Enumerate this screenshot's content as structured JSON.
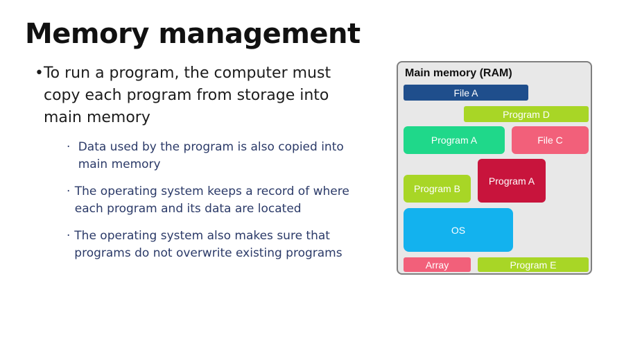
{
  "slide": {
    "title": "Memory management",
    "main_bullet": "To run a program, the computer must copy each program from storage into main memory",
    "sub_bullets": [
      "Data used by the program is also copied into main memory",
      "The operating system keeps a record of where each program and its data are located",
      "The operating system also makes sure that programs do not overwrite existing programs"
    ]
  },
  "diagram": {
    "title": "Main memory (RAM)",
    "blocks": {
      "file_a": {
        "label": "File A",
        "color": "#1f4e8c"
      },
      "program_d": {
        "label": "Program D",
        "color": "#a8d626"
      },
      "program_a_1": {
        "label": "Program A",
        "color": "#1fd88a"
      },
      "file_c": {
        "label": "File C",
        "color": "#f2607a"
      },
      "program_b": {
        "label": "Program B",
        "color": "#a8d626"
      },
      "program_a_2": {
        "label": "Program A",
        "color": "#c8143c"
      },
      "os": {
        "label": "OS",
        "color": "#13b2ee"
      },
      "array": {
        "label": "Array",
        "color": "#f2607a"
      },
      "program_e": {
        "label": "Program E",
        "color": "#a8d626"
      }
    }
  }
}
